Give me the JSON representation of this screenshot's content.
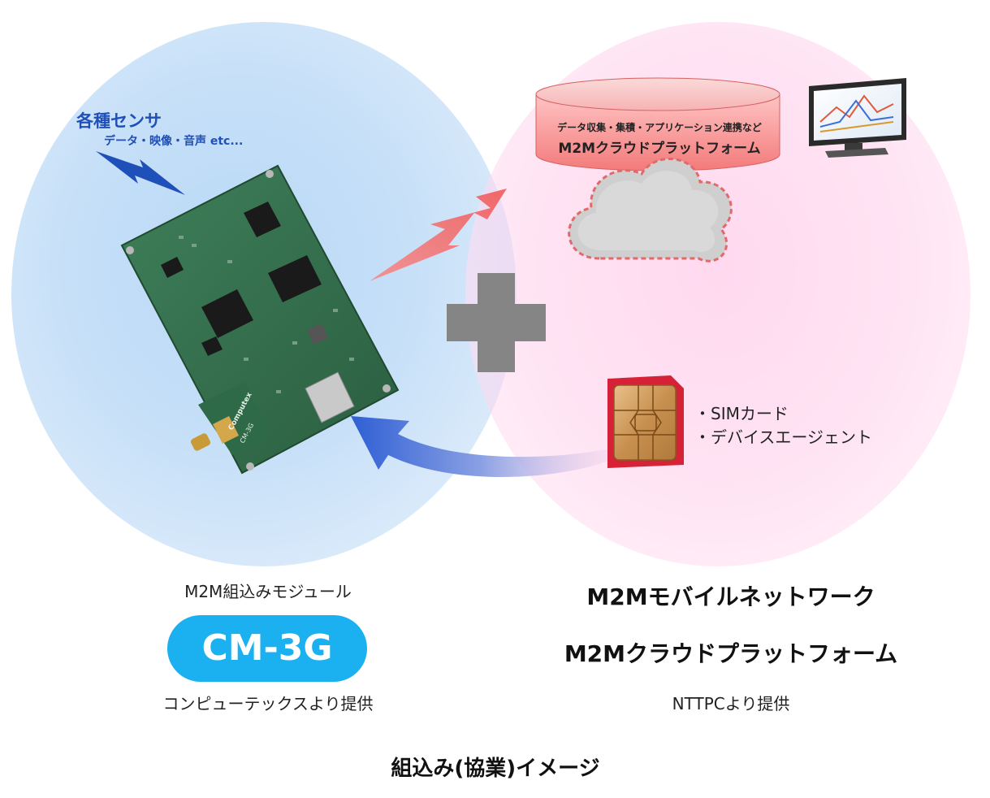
{
  "sensor": {
    "title": "各種センサ",
    "subtitle": "データ・映像・音声 etc..."
  },
  "cloud": {
    "line1": "データ収集・集積・アプリケーション連携など",
    "line2": "M2Mクラウドプラットフォーム"
  },
  "sim": {
    "items": [
      "・SIMカード",
      "・デバイスエージェント"
    ]
  },
  "module": {
    "label": "M2M組込みモジュール",
    "name": "CM-3G",
    "provider": "コンピューテックスより提供"
  },
  "network": {
    "line1": "M2Mモバイルネットワーク",
    "line2": "M2Mクラウドプラットフォーム",
    "provider": "NTTPCより提供"
  },
  "caption": "組込み(協業)イメージ",
  "board_text": {
    "brand": "Computex",
    "model": "CM-3G"
  },
  "colors": {
    "left_circle": "#c7e0f8",
    "right_circle": "#ffe3f3",
    "pill": "#1bb0ef",
    "sensor_text": "#1f4fb8",
    "plus": "#808080",
    "red_arrow": "#f07070",
    "blue_arrow": "#3e6fd8"
  }
}
